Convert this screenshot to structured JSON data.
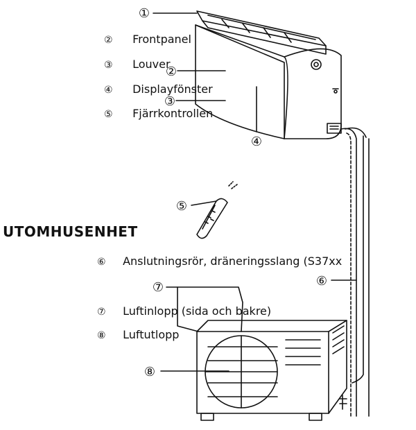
{
  "callouts": {
    "c1": "①",
    "c2": "②",
    "c3": "③",
    "c4": "④",
    "c5": "⑤",
    "c6": "⑥",
    "c7": "⑦",
    "c8": "⑧"
  },
  "indoor_labels": [
    {
      "num": "②",
      "text": "Frontpanel"
    },
    {
      "num": "③",
      "text": "Louver"
    },
    {
      "num": "④",
      "text": "Displayfönster"
    },
    {
      "num": "⑤",
      "text": "Fjärrkontrollen"
    }
  ],
  "outdoor_heading": "UTOMHUSENHET",
  "outdoor_labels": [
    {
      "num": "⑥",
      "text": "Anslutningsrör, dräneringsslang (S37xx"
    },
    {
      "num": "⑦",
      "text": "Luftinlopp (sida och bakre)"
    },
    {
      "num": "⑧",
      "text": "Luftutlopp"
    }
  ]
}
